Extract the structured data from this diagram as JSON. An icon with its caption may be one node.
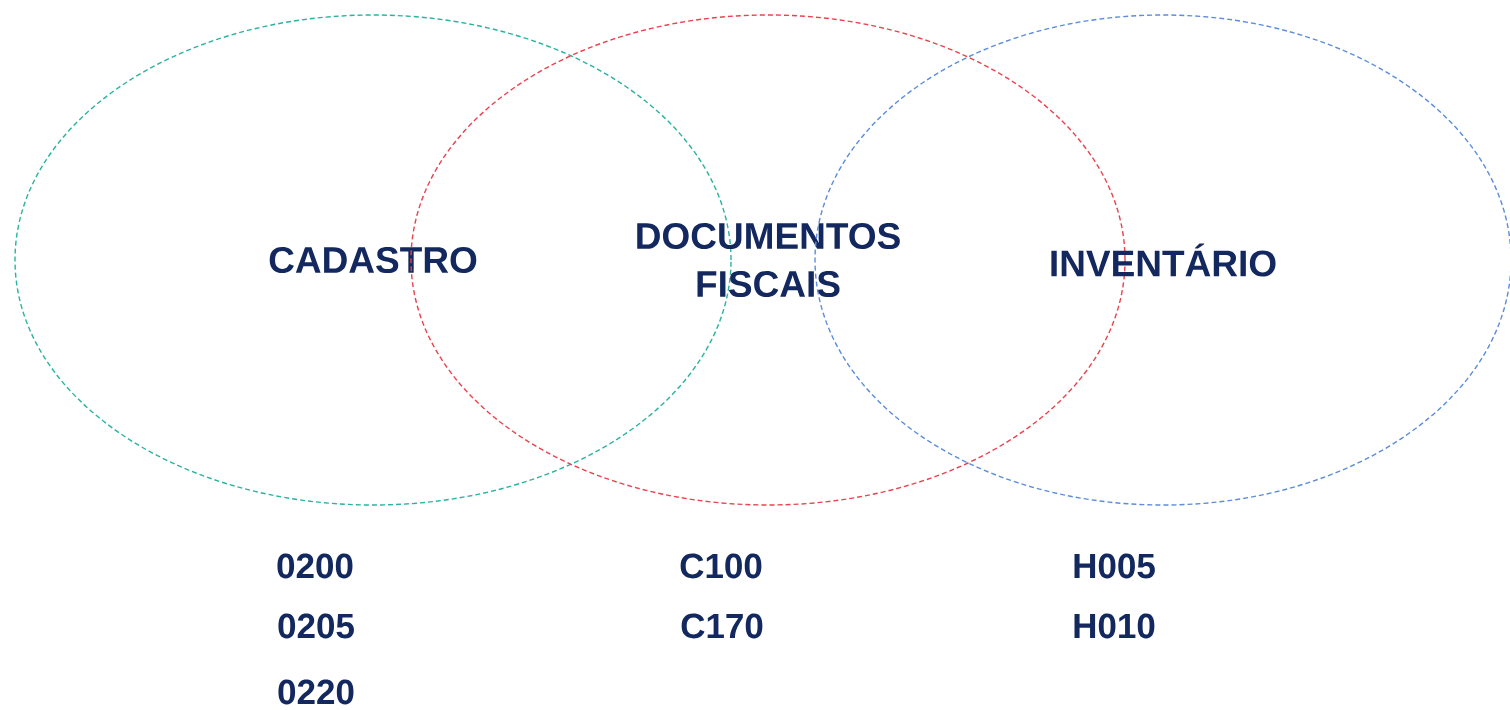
{
  "diagram": {
    "nodes": [
      {
        "text": [
          "CADASTRO"
        ]
      },
      {
        "text": [
          "DOCUMENTOS FISCAIS"
        ]
      },
      {
        "text": [
          "INVENTÁRIO"
        ]
      }
    ],
    "labels": [
      "0200",
      "C100",
      "H005",
      "0205",
      "C170",
      "H010",
      "0220"
    ]
  }
}
